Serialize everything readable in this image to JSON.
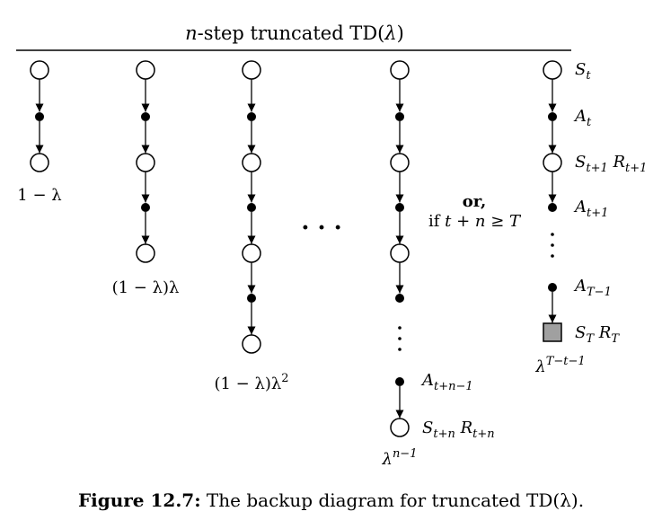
{
  "title": "n-step truncated TD(λ)",
  "title_parts": {
    "n": "n",
    "rest": "-step truncated TD(",
    "lambda": "λ",
    "close": ")"
  },
  "columns": [
    {
      "weight": {
        "base": "1 − λ",
        "sup": ""
      }
    },
    {
      "weight": {
        "base": "(1 − λ)λ",
        "sup": ""
      }
    },
    {
      "weight": {
        "base": "(1 − λ)λ",
        "sup": "2"
      }
    },
    {
      "weight": {
        "base": "λ",
        "sup": "n−1"
      }
    },
    {
      "weight": {
        "base": "λ",
        "sup": "T−t−1"
      }
    }
  ],
  "middle_ellipsis": "· · ·",
  "or_label": "or,",
  "condition": {
    "if": "if",
    "t": "t",
    "plus": " + ",
    "n": "n",
    "geq": " ≥ ",
    "T": "T"
  },
  "col4_labels": {
    "action": {
      "base": "A",
      "sub": "t+n−1"
    },
    "state": {
      "base": "S",
      "sub": "t+n"
    },
    "reward": {
      "base": "R",
      "sub": "t+n"
    }
  },
  "right_labels": {
    "s_t": {
      "base": "S",
      "sub": "t"
    },
    "a_t": {
      "base": "A",
      "sub": "t"
    },
    "s_t1": {
      "base": "S",
      "sub": "t+1"
    },
    "r_t1": {
      "base": "R",
      "sub": "t+1"
    },
    "a_t1": {
      "base": "A",
      "sub": "t+1"
    },
    "a_T1": {
      "base": "A",
      "sub": "T−1"
    },
    "s_T": {
      "base": "S",
      "sub": "T"
    },
    "r_T": {
      "base": "R",
      "sub": "T"
    }
  },
  "caption": {
    "label": "Figure 12.7:",
    "text": " The backup diagram for truncated TD(λ)."
  },
  "colors": {
    "line": "#000000",
    "terminal_fill": "#a0a0a0"
  }
}
